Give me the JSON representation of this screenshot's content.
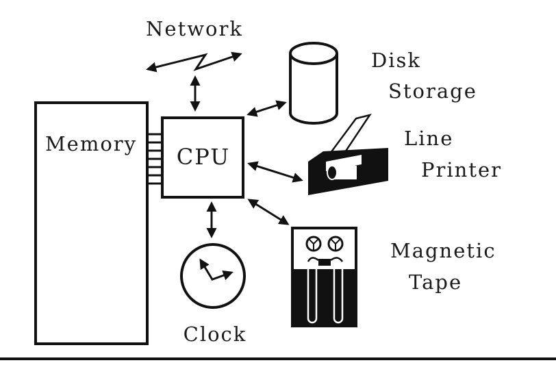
{
  "labels": {
    "network": "Network",
    "disk_line1": "Disk",
    "disk_line2": "Storage",
    "memory": "Memory",
    "cpu": "CPU",
    "printer_line1": "Line",
    "printer_line2": "Printer",
    "tape_line1": "Magnetic",
    "tape_line2": "Tape",
    "clock": "Clock"
  },
  "colors": {
    "ink": "#111111",
    "paper": "#ffffff"
  }
}
